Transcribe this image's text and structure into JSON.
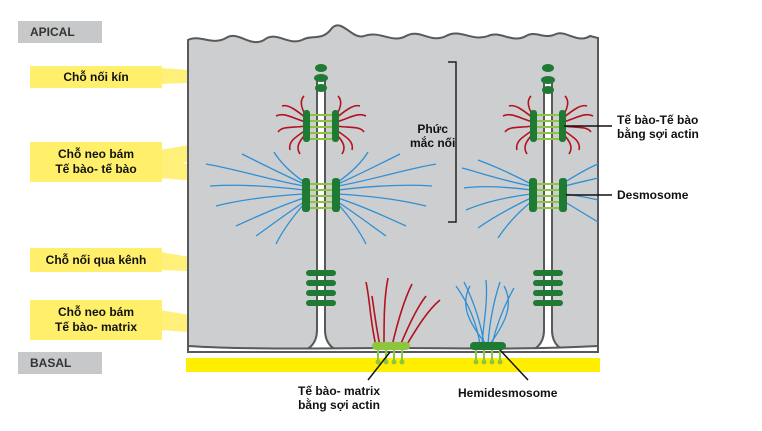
{
  "regions": {
    "apical": "APICAL",
    "basal": "BASAL"
  },
  "left_labels": {
    "tight_junction": "Chỗ nối kín",
    "cell_cell_anchor_line1": "Chỗ neo bám",
    "cell_cell_anchor_line2": "Tế bào- tế bào",
    "gap_junction": "Chỗ nối qua kênh",
    "cell_matrix_anchor_line1": "Chỗ neo bám",
    "cell_matrix_anchor_line2": "Tế bào- matrix"
  },
  "middle_labels": {
    "complex_line1": "Phức",
    "complex_line2": "mắc nối"
  },
  "right_labels": {
    "actin_cell_cell_line1": "Tế bào-Tế bào",
    "actin_cell_cell_line2": "bằng sợi actin",
    "desmosome": "Desmosome"
  },
  "bottom_labels": {
    "actin_cell_matrix_line1": "Tế bào- matrix",
    "actin_cell_matrix_line2": "bằng sợi actin",
    "hemidesmosome": "Hemidesmosome"
  },
  "colors": {
    "cell": "#cdcecf",
    "membrane": "#58595b",
    "junction_green": "#1f7a34",
    "callout_yellow": "#ffef6b",
    "basal_lamina": "#ffee00",
    "actin_red": "#b3121f",
    "keratin_blue": "#2e8fd6"
  }
}
